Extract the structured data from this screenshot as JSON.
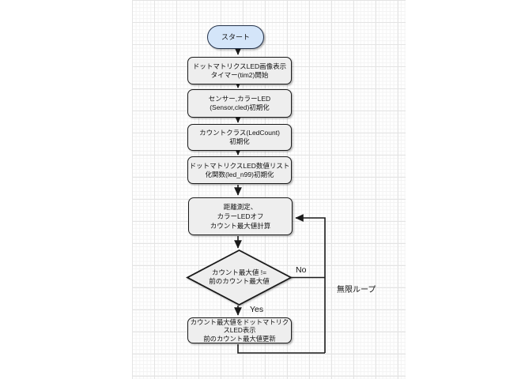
{
  "colors": {
    "canvasBg": "#ffffff",
    "gridMinor": "#f3f3f3",
    "gridMajor": "#e4e4e4",
    "nodeFill": "#eeeeee",
    "nodeStroke": "#1a1a1a",
    "startFill": "#d4e5f9",
    "startStroke": "#24324a",
    "lineColor": "#1a1a1a",
    "textColor": "#121212"
  },
  "flowchart": {
    "nodes": {
      "start": "スタート",
      "init_timer": "ドットマトリクスLED画像表示\nタイマー(tim2)開始",
      "init_sensor": "センサー,カラーLED\n(Sensor,cled)初期化",
      "init_count": "カウントクラス(LedCount)\n初期化",
      "init_list": "ドットマトリクスLED数値リスト\n化関数(led_n99)初期化",
      "measure": "距離測定、\nカラーLEDオフ\nカウント最大値計算",
      "decision": "カウント最大値 !=\n前のカウント最大値",
      "display": "カウント最大値をドットマトリク\nスLED表示\n前のカウント最大値更新"
    },
    "edge_labels": {
      "no": "No",
      "yes": "Yes",
      "loop_note": "無限ループ"
    }
  }
}
